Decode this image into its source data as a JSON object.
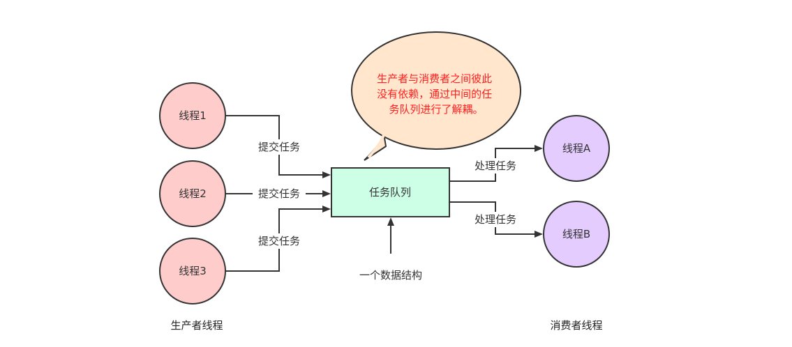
{
  "producers": [
    {
      "id": "producer-1",
      "label": "线程1"
    },
    {
      "id": "producer-2",
      "label": "线程2"
    },
    {
      "id": "producer-3",
      "label": "线程3"
    }
  ],
  "consumers": [
    {
      "id": "consumer-a",
      "label": "线程A"
    },
    {
      "id": "consumer-b",
      "label": "线程B"
    }
  ],
  "queue": {
    "label": "任务队列"
  },
  "edges": {
    "submit_label_1": "提交任务",
    "submit_label_2": "提交任务",
    "submit_label_3": "提交任务",
    "process_label_a": "处理任务",
    "process_label_b": "处理任务"
  },
  "annotation": {
    "label": "一个数据结构"
  },
  "callout": {
    "lines": [
      "生产者与消费者之间彼此",
      "没有依赖，通过中间的任",
      "务队列进行了解耦。"
    ]
  },
  "groups": {
    "producers_label": "生产者线程",
    "consumers_label": "消费者线程"
  },
  "colors": {
    "producer_fill": "#ffcccc",
    "consumer_fill": "#e5ccff",
    "queue_fill": "#ccffe6",
    "callout_fill": "#ffe6cc",
    "callout_text": "#ff2020",
    "stroke": "#333333"
  }
}
